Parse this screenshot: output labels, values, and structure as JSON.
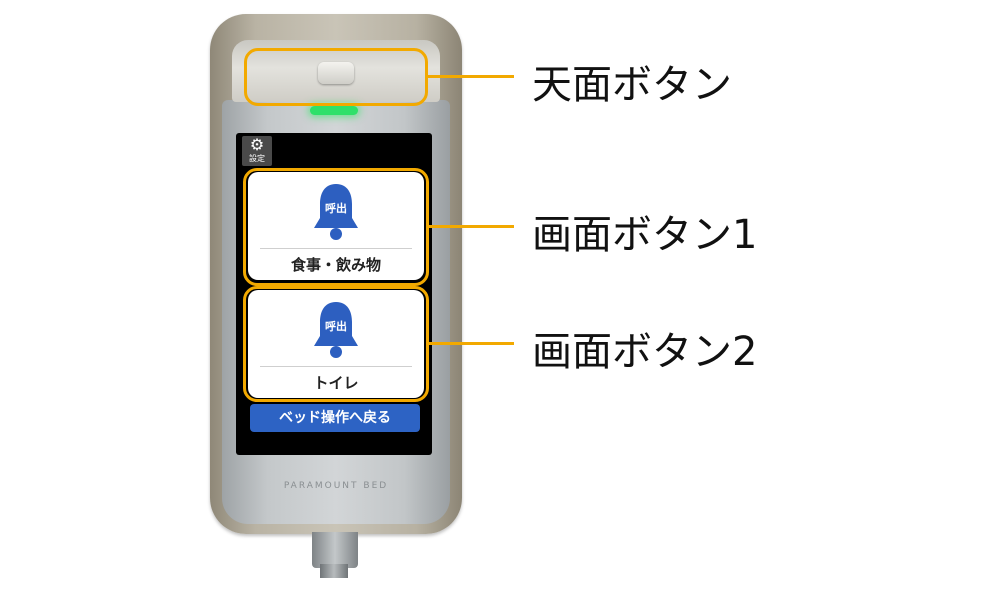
{
  "device": {
    "settings_label": "設定",
    "buttons": [
      {
        "badge": "呼出",
        "label": "食事・飲み物"
      },
      {
        "badge": "呼出",
        "label": "トイレ"
      }
    ],
    "back_label": "ベッド操作へ戻る",
    "brand": "PARAMOUNT BED"
  },
  "callouts": {
    "top": "天面ボタン",
    "screen1": "画面ボタン1",
    "screen2": "画面ボタン2"
  },
  "colors": {
    "highlight": "#f2a900",
    "bell": "#2d5fc0",
    "back_button": "#2d63c4",
    "led": "#2fe06a"
  },
  "icons": {
    "settings": "gear-icon",
    "call": "bell-icon"
  }
}
